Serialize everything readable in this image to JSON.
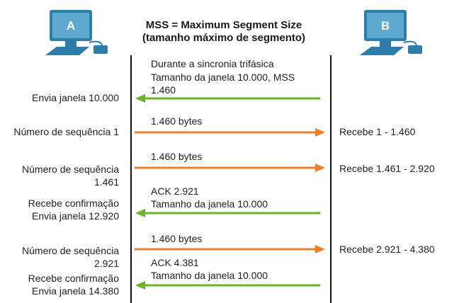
{
  "title": "MSS = Maximum Segment Size (tamanho máximo de segmento)",
  "hosts": {
    "a": "A",
    "b": "B"
  },
  "colors": {
    "green": "#6ab42d",
    "orange": "#ec7f2c",
    "monitor": "#2c7ea8",
    "monitor_light": "#5ea9cf"
  },
  "messages": [
    {
      "direction": "B-to-A",
      "color": "green",
      "label_lines": [
        "Durante a sincronia trifásica",
        "Tamanho da janela 10.000, MSS",
        "1.460"
      ],
      "left_lines": [
        "Envia janela 10.000"
      ],
      "right_lines": []
    },
    {
      "direction": "A-to-B",
      "color": "orange",
      "label_lines": [
        "1.460 bytes"
      ],
      "left_lines": [
        "Número de sequência 1"
      ],
      "right_lines": [
        "Recebe 1 - 1.460"
      ]
    },
    {
      "direction": "A-to-B",
      "color": "orange",
      "label_lines": [
        "1.460 bytes"
      ],
      "left_lines": [
        "Número de sequência",
        "1.461"
      ],
      "right_lines": [
        "Recebe 1.461 - 2.920"
      ]
    },
    {
      "direction": "B-to-A",
      "color": "green",
      "label_lines": [
        "ACK 2.921",
        "Tamanho da janela 10.000"
      ],
      "left_lines": [
        "Recebe confirmação",
        "Envia janela 12.920"
      ],
      "right_lines": []
    },
    {
      "direction": "A-to-B",
      "color": "orange",
      "label_lines": [
        "1.460 bytes"
      ],
      "left_lines": [
        "Número de sequência",
        "2.921"
      ],
      "right_lines": [
        "Recebe 2.921 - 4.380"
      ]
    },
    {
      "direction": "B-to-A",
      "color": "green",
      "label_lines": [
        "ACK 4.381",
        "Tamanho da janela 10.000"
      ],
      "left_lines": [
        "Recebe confirmação",
        "Envia janela 14.380"
      ],
      "right_lines": []
    }
  ]
}
